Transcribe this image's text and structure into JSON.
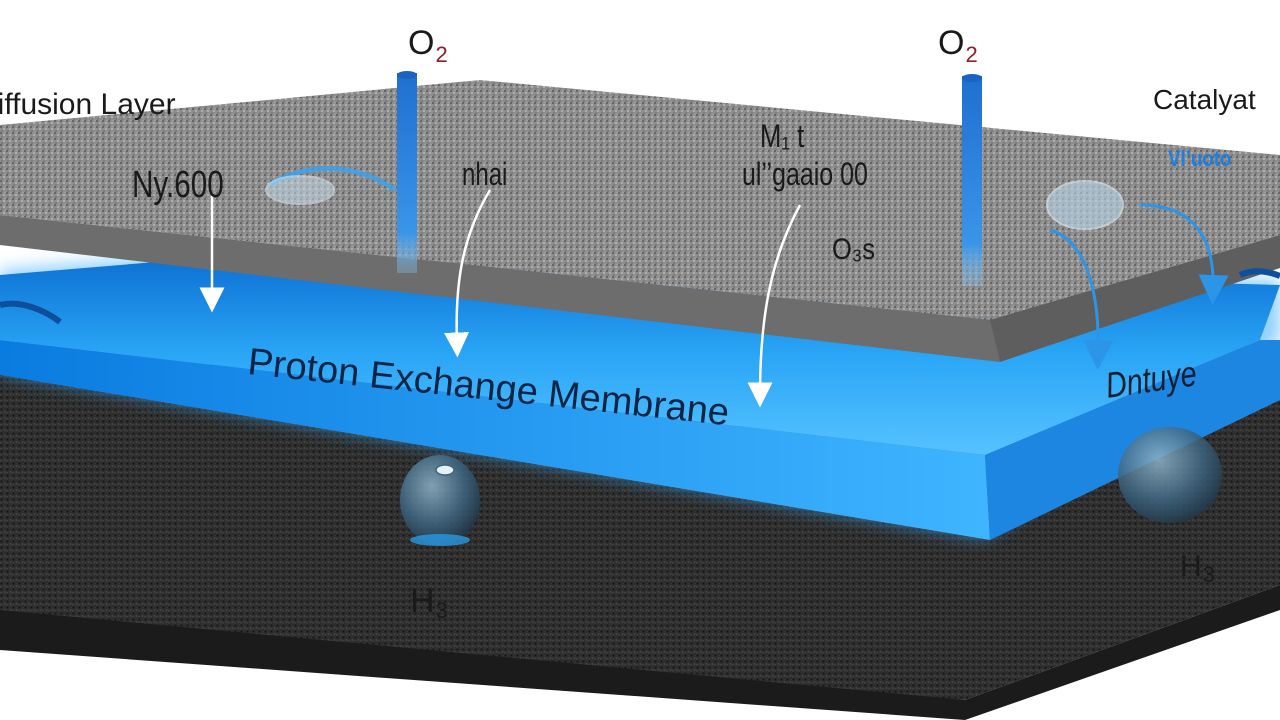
{
  "labels": {
    "diffusion_layer": "Diffusion Layer",
    "catalyst": "Catalyat",
    "catalyst_sub": "Vl’uoto",
    "o2_left": {
      "base": "O",
      "sub": "2"
    },
    "o2_right": {
      "base": "O",
      "sub": "2"
    },
    "label_ny": "Ny.600",
    "label_mid": "nhai",
    "label_m1": "M₁  t",
    "label_ul": "ul’’gaaio 00",
    "label_o3s": "O₃s",
    "membrane": "Proton Exchange Membrane",
    "dntuye": "Dntuye",
    "h3_left": {
      "base": "H",
      "sub": "3"
    },
    "h3_right": {
      "base": "H",
      "sub": "3"
    }
  },
  "colors": {
    "membrane_blue": "#1a9af0",
    "tube_blue": "#1f78d6",
    "gdl_gray": "#8d8d8d",
    "base_dark": "#2d2d2d",
    "o2_subscript_red": "#8b1f2a"
  }
}
